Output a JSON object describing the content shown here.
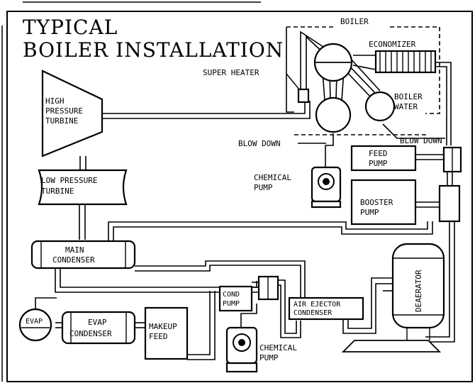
{
  "title": {
    "line1": "TYPICAL",
    "line2": "BOILER INSTALLATION"
  },
  "labels": {
    "boiler": "BOILER",
    "economizer": "ECONOMIZER",
    "super_heater": "SUPER HEATER",
    "boiler_water_1": "BOILER",
    "boiler_water_2": "WATER",
    "blow_down_left": "BLOW DOWN",
    "blow_down_right": "BLOW DOWN",
    "hp_turbine_1": "HIGH",
    "hp_turbine_2": "PRESSURE",
    "hp_turbine_3": "TURBINE",
    "lp_turbine_1": "LOW PRESSURE",
    "lp_turbine_2": "TURBINE",
    "chemical_pump_top_1": "CHEMICAL",
    "chemical_pump_top_2": "PUMP",
    "feed_pump_1": "FEED",
    "feed_pump_2": "PUMP",
    "booster_pump_1": "BOOSTER",
    "booster_pump_2": "PUMP",
    "main_condenser_1": "MAIN",
    "main_condenser_2": "CONDENSER",
    "deaerator": "DEAERATOR",
    "cond_pump_1": "COND",
    "cond_pump_2": "PUMP",
    "air_ejector_1": "AIR EJECTOR",
    "air_ejector_2": "CONDENSER",
    "evap": "EVAP",
    "evap_condenser_1": "EVAP",
    "evap_condenser_2": "CONDENSER",
    "makeup_feed_1": "MAKEUP",
    "makeup_feed_2": "FEED",
    "chemical_pump_bottom_1": "CHEMICAL",
    "chemical_pump_bottom_2": "PUMP"
  }
}
